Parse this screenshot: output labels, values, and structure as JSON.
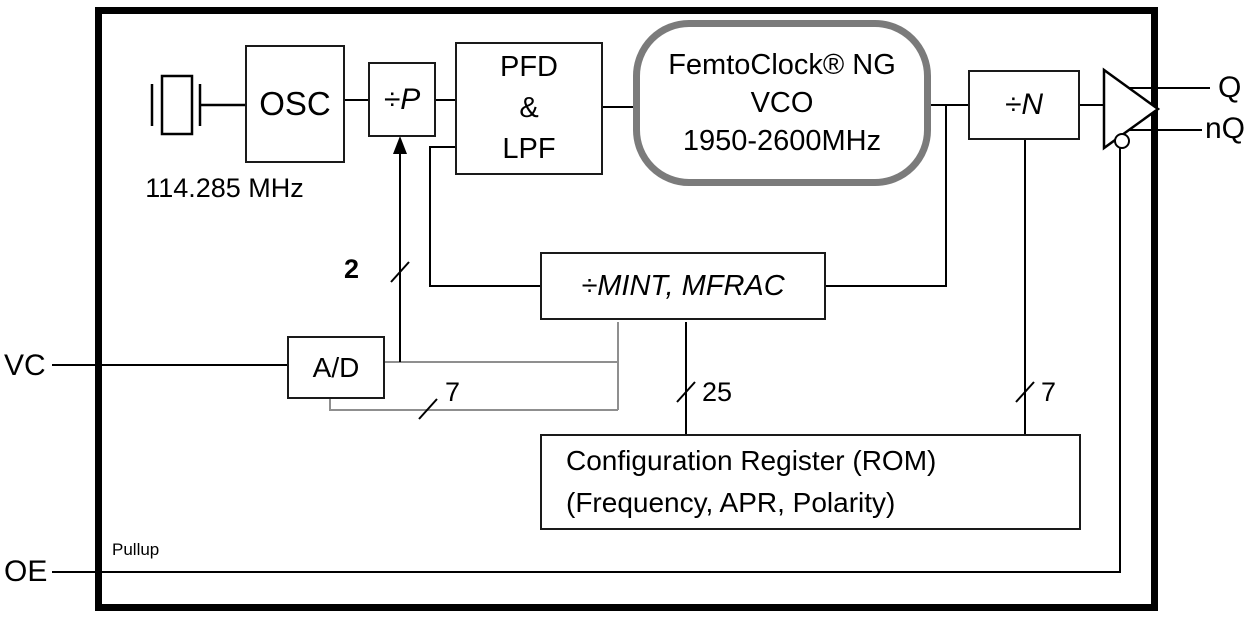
{
  "colors": {
    "vco_border": "#7b7b7b",
    "signal_line": "#000000",
    "adc_bus_line": "#8f8f8f"
  },
  "inputs": {
    "vc": "VC",
    "oe": "OE"
  },
  "outputs": {
    "q": "Q",
    "nq": "nQ"
  },
  "labels": {
    "crystal_frequency": "114.285 MHz",
    "pullup": "Pullup"
  },
  "buses": {
    "p_control": {
      "width": "2"
    },
    "adc_out": {
      "width": "7"
    },
    "mint_config": {
      "width": "25"
    },
    "n_config": {
      "width": "7"
    }
  },
  "blocks": {
    "osc": {
      "label": "OSC"
    },
    "divider_p": {
      "label": "÷P"
    },
    "pfd_lpf": {
      "lines": [
        "PFD",
        "&",
        "LPF"
      ]
    },
    "vco": {
      "lines": [
        "FemtoClock® NG",
        "VCO",
        "1950-2600MHz"
      ]
    },
    "divider_n": {
      "label": "÷N"
    },
    "feedback_divider": {
      "label": "÷MINT, MFRAC"
    },
    "adc": {
      "label": "A/D"
    },
    "config_register": {
      "lines": [
        "Configuration Register (ROM)",
        "(Frequency, APR, Polarity)"
      ]
    }
  }
}
